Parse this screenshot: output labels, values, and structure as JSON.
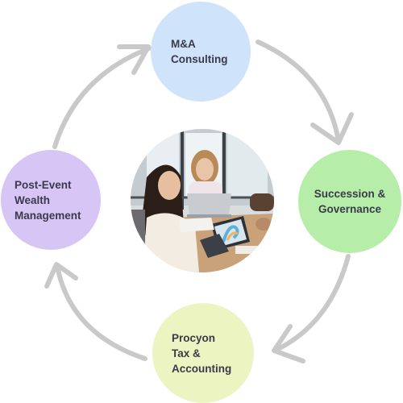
{
  "diagram": {
    "nodes": {
      "top": {
        "label": "M&A\nConsulting",
        "color": "#cfe3fb"
      },
      "right": {
        "label": "Succession &\nGovernance",
        "color": "#b6eea9"
      },
      "bottom": {
        "label": "Procyon\nTax &\nAccounting",
        "color": "#ecf5c2"
      },
      "left": {
        "label": "Post-Event\nWealth\nManagement",
        "color": "#d7c5f6"
      }
    },
    "arrow_color": "#c9c9c9",
    "center_image": "office-meeting-photo"
  }
}
